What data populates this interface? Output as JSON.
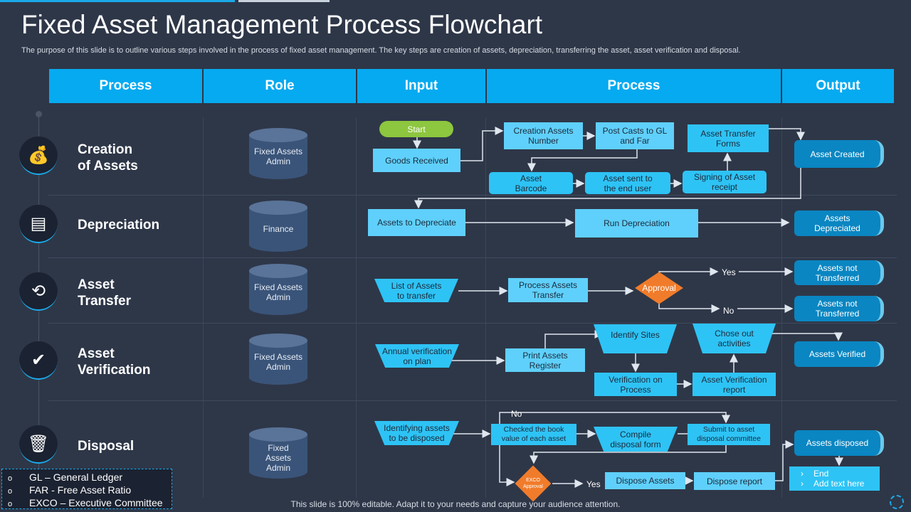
{
  "title": "Fixed Asset Management Process Flowchart",
  "subtitle": "The purpose of this slide is to outline various steps involved in the process of fixed asset management. The key steps are creation of assets, depreciation, transferring the asset, asset verification and disposal.",
  "headers": [
    "Process",
    "Role",
    "Input",
    "Process",
    "Output"
  ],
  "rows": [
    {
      "label_1": "Creation",
      "label_2": "of Assets",
      "role": "Fixed Assets Admin",
      "icon": "money-hand-icon"
    },
    {
      "label_1": "Depreciation",
      "label_2": "",
      "role": "Finance",
      "icon": "depreciation-chart-icon"
    },
    {
      "label_1": "Asset",
      "label_2": "Transfer",
      "role": "Fixed Assets Admin",
      "icon": "transfer-icon"
    },
    {
      "label_1": "Asset",
      "label_2": "Verification",
      "role": "Fixed Assets Admin",
      "icon": "check-icon"
    },
    {
      "label_1": "Disposal",
      "label_2": "",
      "role": "Fixed Assets Admin",
      "icon": "trash-icon"
    }
  ],
  "flow": {
    "start": "Start",
    "goods": "Goods Received",
    "creation_num": "Creation Assets Number",
    "post_casts": "Post Casts to GL and Far",
    "transfer_forms": "Asset Transfer Forms",
    "barcode": "Asset Barcode",
    "sent": "Asset sent to the end user",
    "signing": "Signing of Asset receipt",
    "asset_created": "Asset Created",
    "to_depreciate": "Assets to Depreciate",
    "run_dep": "Run Depreciation",
    "depreciated": "Assets Depreciated",
    "list_transfer": "List of Assets to transfer",
    "process_transfer": "Process Assets Transfer",
    "approval": "Approval",
    "yes": "Yes",
    "no": "No",
    "not_transferred_1": "Assets not Transferred",
    "not_transferred_2": "Assets not Transferred",
    "annual": "Annual verification on plan",
    "print_reg": "Print Assets Register",
    "identify": "Identify Sites",
    "chose": "Chose out activities",
    "ver_process": "Verification on Process",
    "ver_report": "Asset Verification report",
    "verified": "Assets Verified",
    "identifying": "Identifying assets to be disposed",
    "checked": "Checked the book value of each asset",
    "compile": "Compile disposal form",
    "submit": "Submit to asset disposal committee",
    "exco": "EXCO Approval",
    "yes2": "Yes",
    "no2": "No",
    "dispose_assets": "Dispose Assets",
    "dispose_report": "Dispose report",
    "disposed": "Assets disposed",
    "end": "End",
    "add_text": "Add text here"
  },
  "legend": [
    "GL – General Ledger",
    "FAR - Free Asset Ratio",
    "EXCO – Executive Committee"
  ],
  "footer": "This slide is 100% editable. Adapt it to your  needs and capture your audience attention."
}
